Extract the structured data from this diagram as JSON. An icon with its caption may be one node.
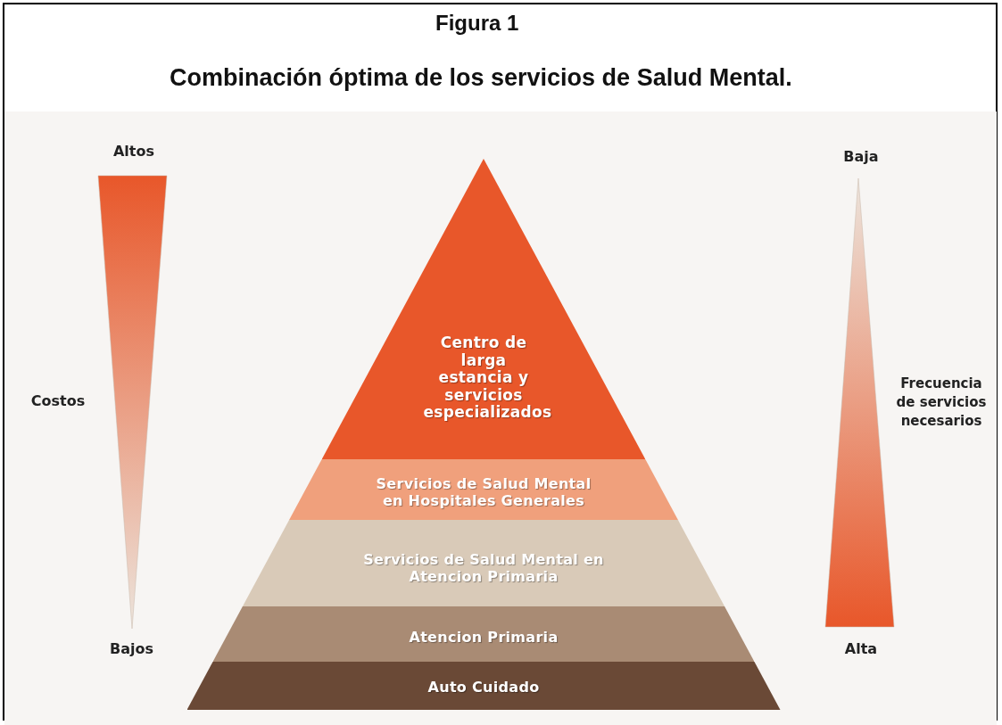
{
  "diagram": {
    "title": "Figura 1",
    "caption": "Combinación óptima de los servicios de Salud Mental.",
    "nodes": [
      {
        "text": [
          "Centro de larga estancia y servicios especializados"
        ]
      },
      {
        "text": [
          "Servicios de Salud Mental en Hospitales Generales"
        ]
      },
      {
        "text": [
          "Servicios de Salud Mental en Atencion Primaria"
        ]
      },
      {
        "text": [
          "Atencion Primaria"
        ]
      },
      {
        "text": [
          "Auto Cuidado"
        ]
      }
    ],
    "labels": [
      "Altos",
      "Baja",
      "Costos",
      "Frecuencia de servicios necesarios",
      "Bajos",
      "Alta"
    ]
  }
}
